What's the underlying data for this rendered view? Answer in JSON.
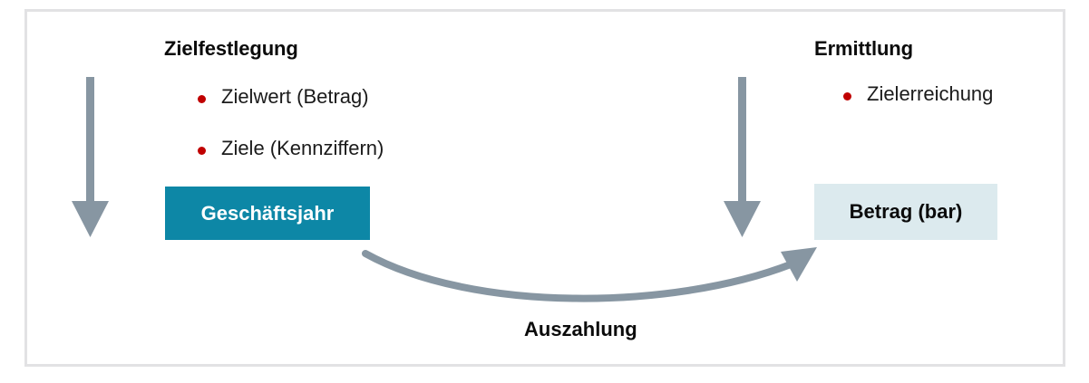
{
  "diagram": {
    "title_left": "Zielfestlegung",
    "title_right": "Ermittlung",
    "left_bullets": [
      {
        "text": "Zielwert (Betrag)"
      },
      {
        "text": "Ziele (Kennziffern)"
      }
    ],
    "right_bullets": [
      {
        "text": "Zielerreichung"
      }
    ],
    "box_left_label": "Geschäftsjahr",
    "box_right_label": "Betrag (bar)",
    "curved_arrow_label": "Auszahlung",
    "colors": {
      "box_left_fill": "#0d87a6",
      "box_left_text": "#ffffff",
      "box_right_fill": "#dceaee",
      "box_right_text": "#0b0b0b",
      "arrow": "#8796a2",
      "bullet": "#c00000",
      "frame_border": "#e2e2e4",
      "background": "#ffffff",
      "heading_text": "#0b0b0b"
    },
    "icons": {
      "arrow_down_left": "arrow-down-icon",
      "arrow_down_right": "arrow-down-icon",
      "arrow_curved": "curved-arrow-icon"
    }
  }
}
